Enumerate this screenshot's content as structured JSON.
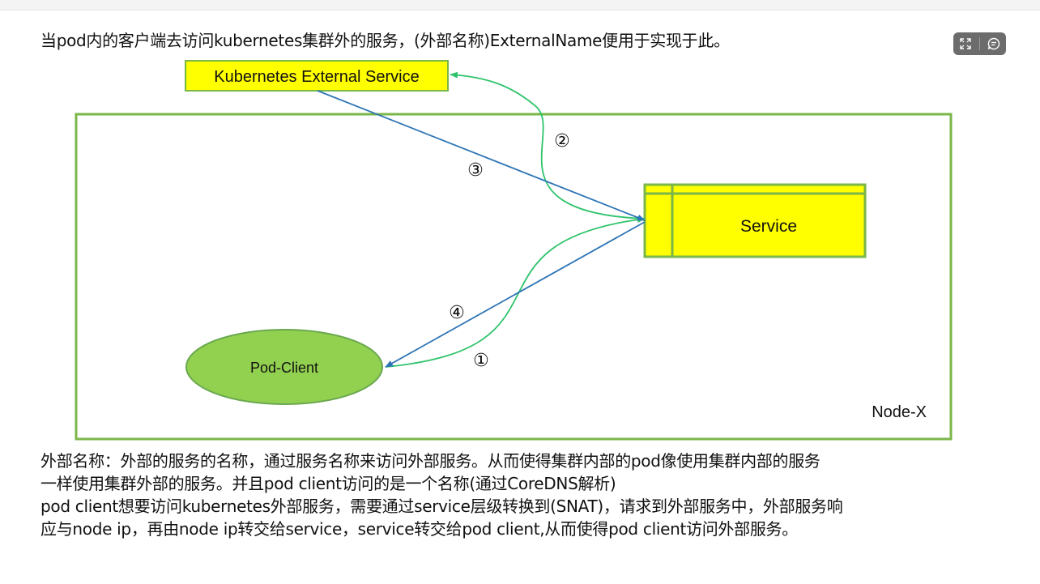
{
  "heading": "当pod内的客户端去访问kubernetes集群外的服务，(外部名称)ExternalName便用于实现于此。",
  "toolbar": {
    "expand_icon": "expand-icon",
    "comment_icon": "comment-icon"
  },
  "diagram": {
    "external_service_label": "Kubernetes External Service",
    "service_label": "Service",
    "pod_client_label": "Pod-Client",
    "node_label": "Node-X",
    "step_1": "①",
    "step_2": "②",
    "step_3": "③",
    "step_4": "④",
    "colors": {
      "node_border": "#7ab648",
      "box_fill": "#ffff00",
      "box_border": "#7ab648",
      "ellipse_fill": "#92d050",
      "ellipse_border": "#6aa84f",
      "green_arrow": "#2ec36b",
      "blue_arrow": "#2e75b6"
    }
  },
  "body": {
    "line1": "外部名称：外部的服务的名称，通过服务名称来访问外部服务。从而使得集群内部的pod像使用集群内部的服务",
    "line2": "一样使用集群外部的服务。并且pod client访问的是一个名称(通过CoreDNS解析)",
    "line3": "pod  client想要访问kubernetes外部服务，需要通过service层级转换到(SNAT)，请求到外部服务中，外部服务响",
    "line4": "应与node ip，再由node ip转交给service，service转交给pod client,从而使得pod client访问外部服务。"
  }
}
